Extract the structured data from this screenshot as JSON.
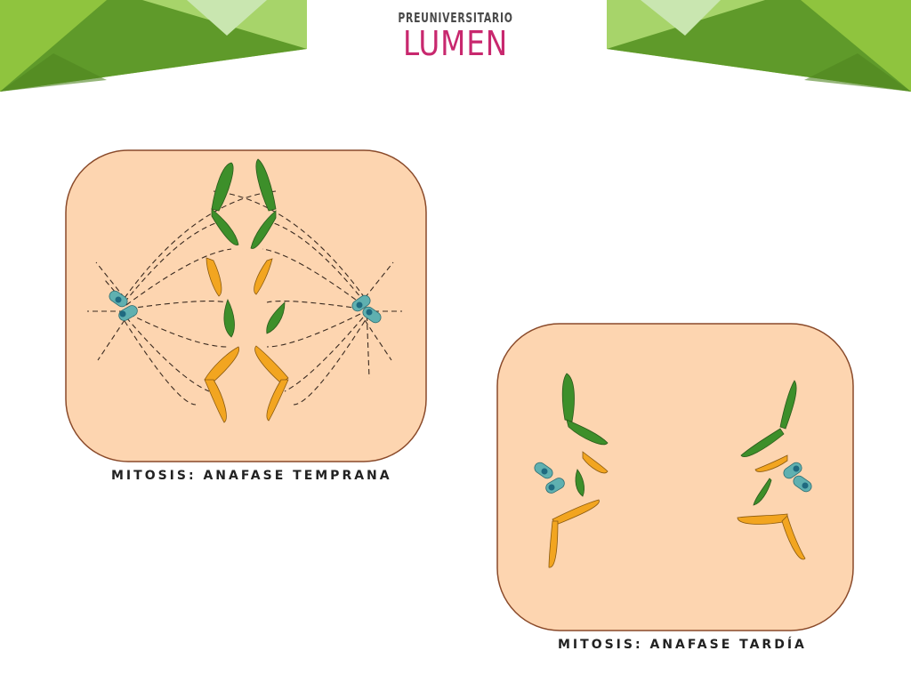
{
  "logo": {
    "line1": "PREUNIVERSITARIO",
    "line2": "LUMEN"
  },
  "colors": {
    "banner_light": "#a7d46a",
    "banner_mid": "#8fc43e",
    "banner_dark": "#5f9a2a",
    "banner_pale": "#c9e6b0",
    "cell_fill": "#fdd5b0",
    "cell_border": "#8a4a2a",
    "chromosome_green": "#3d8f2a",
    "chromosome_orange": "#f2a520",
    "centriole": "#5fb0b0",
    "centriole_dot": "#1f6a80",
    "logo_accent": "#c8286e"
  },
  "diagrams": [
    {
      "caption": "MITOSIS: ANAFASE TEMPRANA"
    },
    {
      "caption": "MITOSIS: ANAFASE TARDÍA"
    }
  ]
}
